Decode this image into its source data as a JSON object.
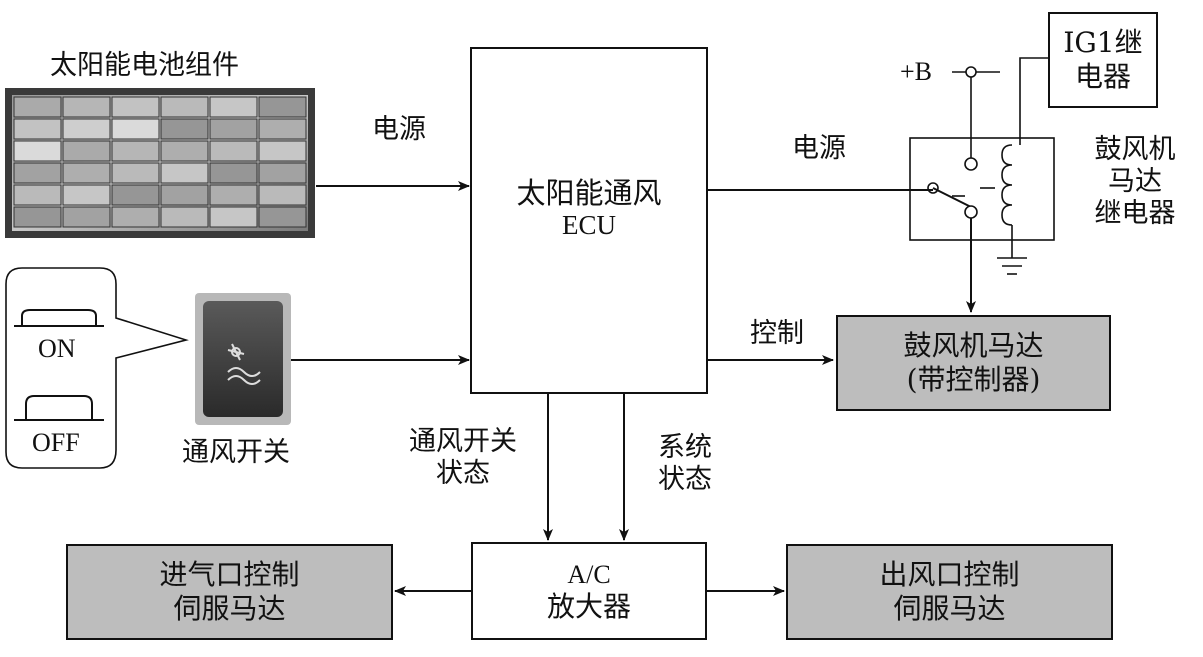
{
  "solar_panel": {
    "label": "太阳能电池组件"
  },
  "ecu": {
    "line1": "太阳能通风",
    "line2": "ECU"
  },
  "power_left_label": "电源",
  "power_right_label": "电源",
  "relay": {
    "plus_b": "+B",
    "ig1_line1": "IG1继",
    "ig1_line2": "电器",
    "blower_relay_line1": "鼓风机",
    "blower_relay_line2": "马达",
    "blower_relay_line3": "继电器"
  },
  "control_label": "控制",
  "blower_motor": {
    "line1": "鼓风机马达",
    "line2": "(带控制器)"
  },
  "vent_switch": {
    "label": "通风开关",
    "on": "ON",
    "off": "OFF"
  },
  "vent_switch_state_label": {
    "line1": "通风开关",
    "line2": "状态"
  },
  "system_state_label": {
    "line1": "系统",
    "line2": "状态"
  },
  "ac_amp": {
    "line1": "A/C",
    "line2": "放大器"
  },
  "intake_servo": {
    "line1": "进气口控制",
    "line2": "伺服马达"
  },
  "outlet_servo": {
    "line1": "出风口控制",
    "line2": "伺服马达"
  }
}
